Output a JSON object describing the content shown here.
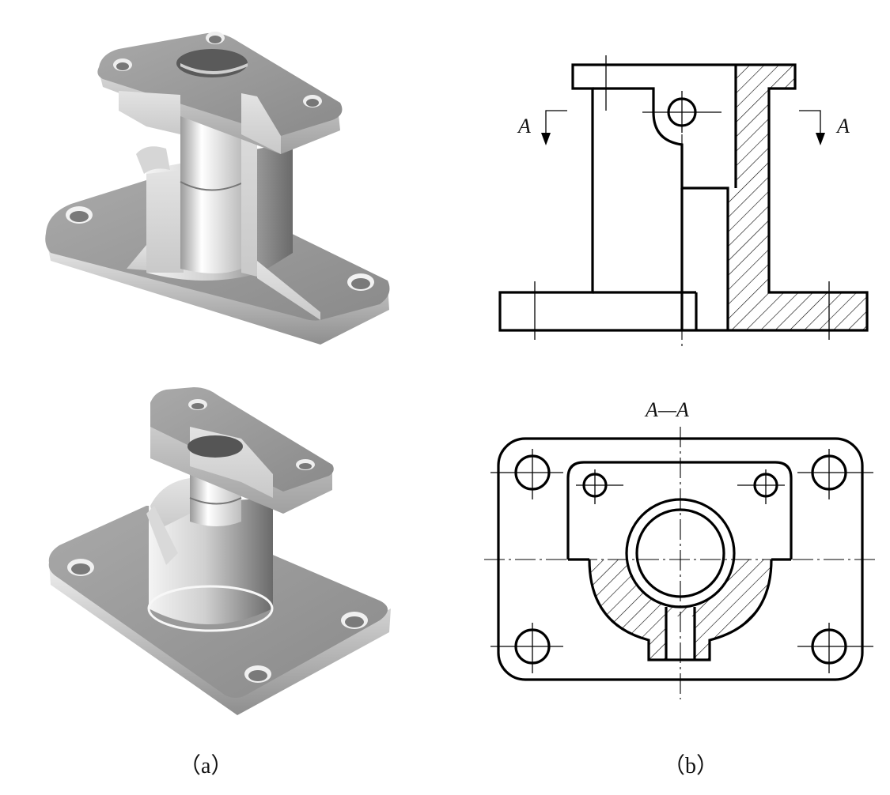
{
  "drawing": {
    "section_letter_left": "A",
    "section_letter_right": "A",
    "section_title": "A—A"
  },
  "captions": {
    "left": "（a）",
    "right": "（b）"
  },
  "colors": {
    "line": "#000000",
    "background": "#ffffff",
    "solid_light": "#e6e6e6",
    "solid_mid": "#b4b4b4",
    "solid_dark": "#6e6e6e"
  }
}
